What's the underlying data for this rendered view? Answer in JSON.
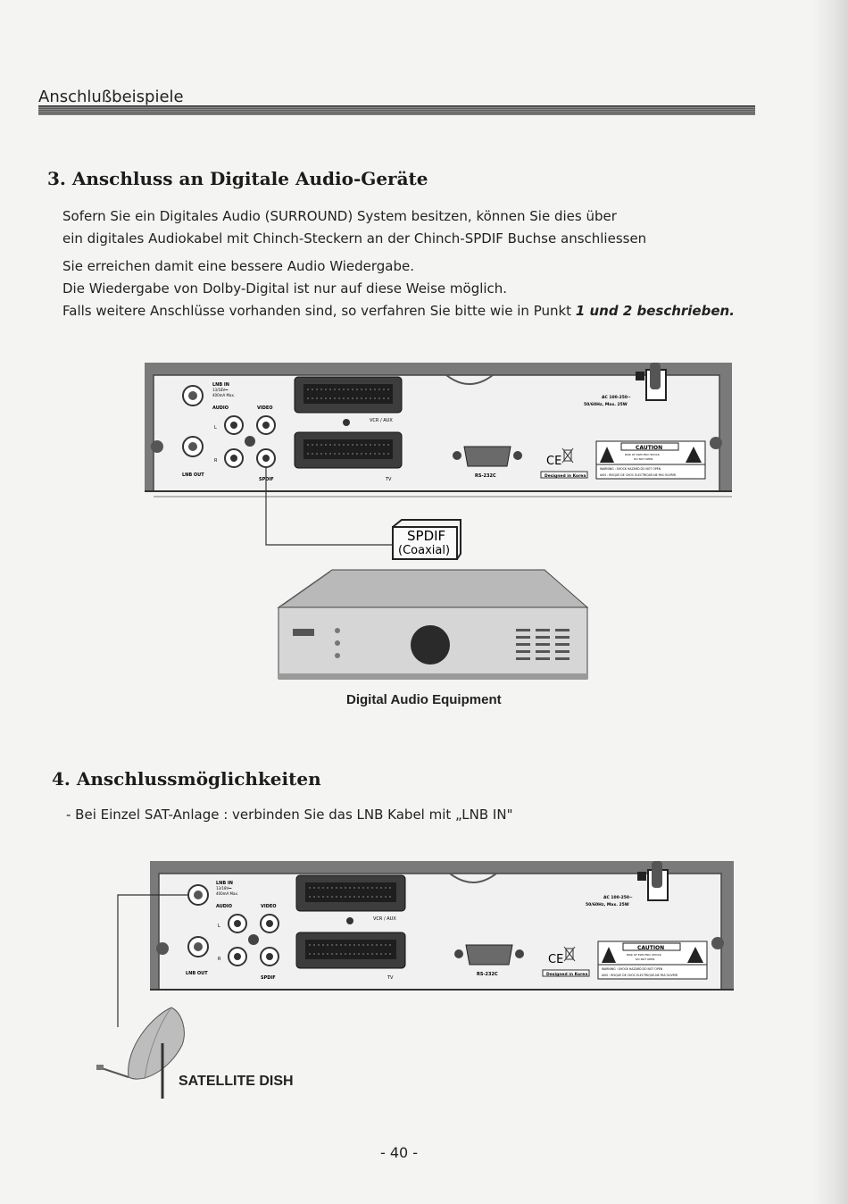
{
  "header": {
    "title": "Anschlußbeispiele"
  },
  "section3": {
    "heading": "3. Anschluss an Digitale Audio-Geräte",
    "lines": [
      "Sofern Sie ein Digitales Audio (SURROUND) System besitzen, können Sie dies über",
      "ein digitales Audiokabel mit Chinch-Steckern an der Chinch-SPDIF Buchse anschliessen",
      "Sie erreichen damit eine bessere Audio Wiedergabe.",
      "Die Wiedergabe von Dolby-Digital ist nur auf diese Weise möglich."
    ],
    "last_line_prefix": "Falls weitere Anschlüsse vorhanden sind, so verfahren Sie bitte wie in Punkt ",
    "last_line_emph": "1 und 2 beschrieben."
  },
  "receiver_labels": {
    "lnb_in": "LNB IN",
    "lnb_in_spec1": "13/18V⎓",
    "lnb_in_spec2": "400mA Max.",
    "audio": "AUDIO",
    "video": "VIDEO",
    "l": "L",
    "r": "R",
    "lnb_out": "LNB OUT",
    "spdif": "SPDIF",
    "vcr_aux": "VCR / AUX",
    "tv": "TV",
    "rs232c": "RS-232C",
    "ac1": "AC 100-250~",
    "ac2": "50/60Hz, Max. 25W",
    "caution": "CAUTION",
    "caution_sub1": "RISK OF ELECTRIC SHOCK",
    "caution_sub2": "DO NOT OPEN",
    "warning": "WARNING : SHOCK HAZARD DO NOT OPEN",
    "avis": "AVIS : RISQUE DE CHOC ELECTRIQUE-NE PAS OUVRIR",
    "designed": "Designed in Korea",
    "ce": "CE"
  },
  "diagram1": {
    "spdif_tag_line1": "SPDIF",
    "spdif_tag_line2": "(Coaxial)",
    "caption": "Digital Audio Equipment"
  },
  "section4": {
    "heading": "4. Anschlussmöglichkeiten",
    "line": "- Bei Einzel SAT-Anlage : verbinden Sie das LNB Kabel mit „LNB IN\""
  },
  "diagram2": {
    "caption": "SATELLITE DISH"
  },
  "footer": {
    "page_number": "- 40 -"
  }
}
